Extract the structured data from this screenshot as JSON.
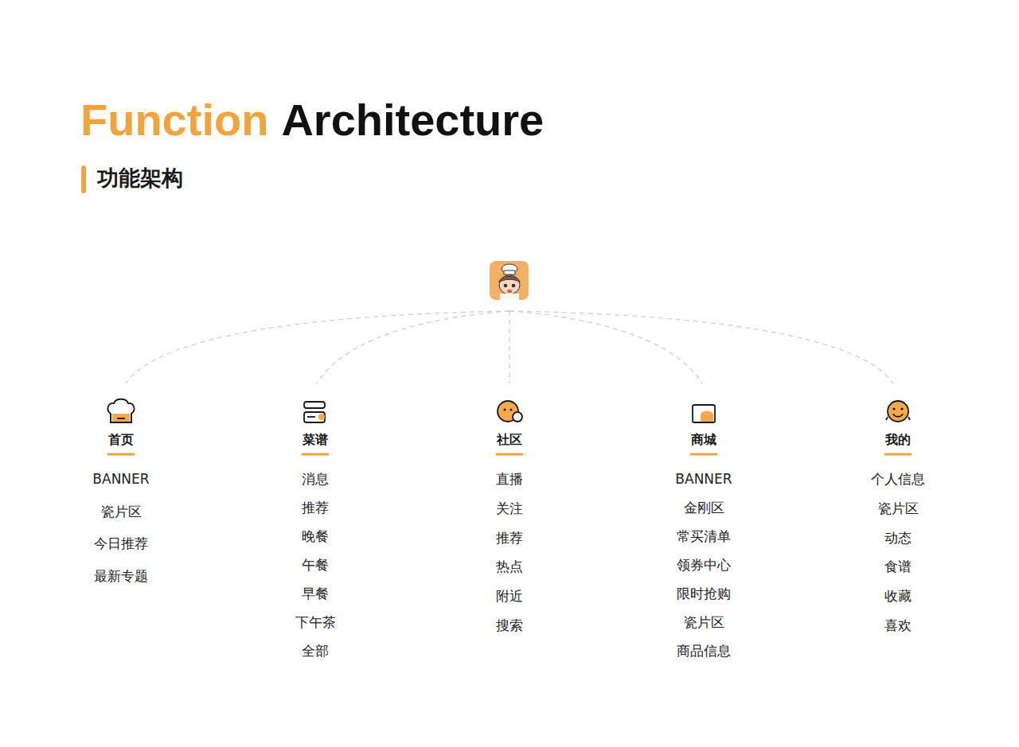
{
  "diagram": {
    "title": "功能架构",
    "nodes": [
      {
        "text": [
          "首页",
          "BANNER",
          "瓷片区",
          "今日推荐",
          "最新专题"
        ]
      },
      {
        "text": [
          "菜谱",
          "消息",
          "推荐",
          "晚餐",
          "午餐",
          "早餐",
          "下午茶",
          "全部"
        ]
      },
      {
        "text": [
          "社区",
          "直播",
          "关注",
          "推荐",
          "热点",
          "附近",
          "搜索"
        ]
      },
      {
        "text": [
          "商城",
          "BANNER",
          "金刚区",
          "常买清单",
          "领券中心",
          "限时抢购",
          "瓷片区",
          "商品信息"
        ]
      },
      {
        "text": [
          "我的",
          "个人信息",
          "瓷片区",
          "动态",
          "食谱",
          "收藏",
          "喜欢"
        ]
      }
    ],
    "labels": [
      "Function",
      "Architecture"
    ]
  }
}
